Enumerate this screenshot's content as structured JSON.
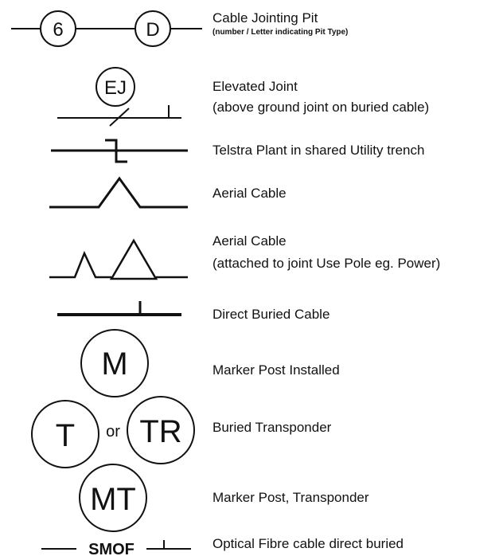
{
  "legend": [
    {
      "id": "pit",
      "symbol_text": [
        "6",
        "D"
      ],
      "label": "Cable Jointing Pit",
      "sublabel": "(number / Letter indicating Pit Type)"
    },
    {
      "id": "elevated-joint",
      "symbol_text": [
        "EJ"
      ],
      "label": "Elevated Joint",
      "sublabel": "(above ground joint on buried cable)"
    },
    {
      "id": "telstra-plant",
      "label": "Telstra Plant in shared Utility trench"
    },
    {
      "id": "aerial-cable",
      "label": "Aerial Cable"
    },
    {
      "id": "aerial-cable-joint-pole",
      "label": "Aerial Cable",
      "sublabel": "(attached to joint Use Pole eg. Power)"
    },
    {
      "id": "direct-buried",
      "label": "Direct Buried Cable"
    },
    {
      "id": "marker-post",
      "symbol_text": [
        "M"
      ],
      "label": "Marker Post Installed"
    },
    {
      "id": "buried-transponder",
      "symbol_text": [
        "T",
        "or",
        "TR"
      ],
      "label": "Buried Transponder"
    },
    {
      "id": "marker-post-transponder",
      "symbol_text": [
        "MT"
      ],
      "label": "Marker Post, Transponder"
    },
    {
      "id": "optical-fibre",
      "symbol_text": [
        "SMOF"
      ],
      "label": "Optical Fibre cable direct buried"
    }
  ]
}
